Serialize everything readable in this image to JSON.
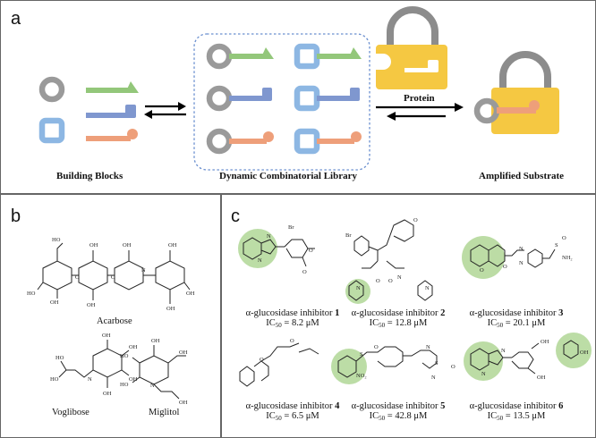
{
  "panel_a": {
    "letter": "a",
    "building_blocks": "Building Blocks",
    "library": "Dynamic Combinatorial Library",
    "protein": "Protein",
    "amplified": "Amplified Substrate"
  },
  "panel_b": {
    "letter": "b",
    "acarbose": "Acarbose",
    "voglibose": "Voglibose",
    "miglitol": "Miglitol"
  },
  "panel_c": {
    "letter": "c",
    "inhibitors": [
      {
        "name": "α-glucosidase inhibitor",
        "num": "1",
        "ic_prefix": "IC",
        "ic_sub": "50",
        "ic_val": " = 8.2 μM"
      },
      {
        "name": "α-glucosidase inhibitor",
        "num": "2",
        "ic_prefix": "IC",
        "ic_sub": "50",
        "ic_val": " = 12.8 μM"
      },
      {
        "name": "α-glucosidase inhibitor",
        "num": "3",
        "ic_prefix": "IC",
        "ic_sub": "50",
        "ic_val": " = 20.1 μM"
      },
      {
        "name": "α-glucosidase inhibitor",
        "num": "4",
        "ic_prefix": "IC",
        "ic_sub": "50",
        "ic_val": " = 6.5 μM"
      },
      {
        "name": "α-glucosidase inhibitor",
        "num": "5",
        "ic_prefix": "IC",
        "ic_sub": "50",
        "ic_val": " = 42.8 μM"
      },
      {
        "name": "α-glucosidase inhibitor",
        "num": "6",
        "ic_prefix": "IC",
        "ic_sub": "50",
        "ic_val": " = 13.5 μM"
      }
    ]
  },
  "colors": {
    "green": "#93c77a",
    "blue": "#7f97cf",
    "orange": "#ee9f7a",
    "gray": "#9a9a9a",
    "sq_blue": "#8db7e3",
    "lock": "#f5c842",
    "highlight": "#b5d99c",
    "dashed": "#6a8fcf"
  }
}
